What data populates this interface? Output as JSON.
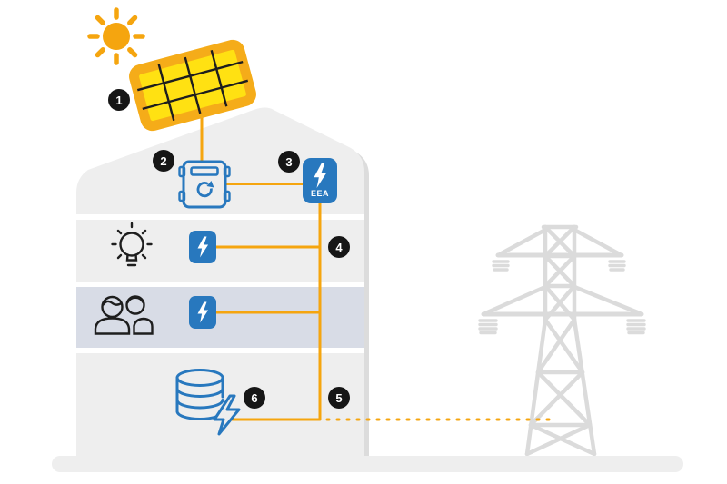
{
  "badges": [
    {
      "number": "1"
    },
    {
      "number": "2"
    },
    {
      "number": "3"
    },
    {
      "number": "4"
    },
    {
      "number": "5"
    },
    {
      "number": "6"
    }
  ],
  "eea": {
    "label": "EEA"
  },
  "colors": {
    "accent_orange": "#F5A50F",
    "panel_border_orange": "#F5AC19",
    "panel_cell_yellow": "#FFE112",
    "primary_blue": "#2878BE",
    "badge_black": "#161616",
    "house_gray": "#EEEEEE",
    "house_shadow_gray": "#DCDCDC",
    "occupants_band_gray_blue": "#D8DCE6",
    "tower_gray": "#DBDBDB",
    "outline_dark": "#1E1E1E"
  },
  "icons": {
    "sun-icon": "sun with rays (orange)",
    "solar-panel-icon": "tilted 4x3 yellow module grid",
    "inverter-icon": "box with refresh arrow",
    "lightning-icon": "bolt",
    "lightbulb-icon": "bulb with rays",
    "occupants-icon": "two people",
    "storage-icon": "database cylinder with bolt",
    "grid-tower-icon": "lattice transmission tower"
  }
}
